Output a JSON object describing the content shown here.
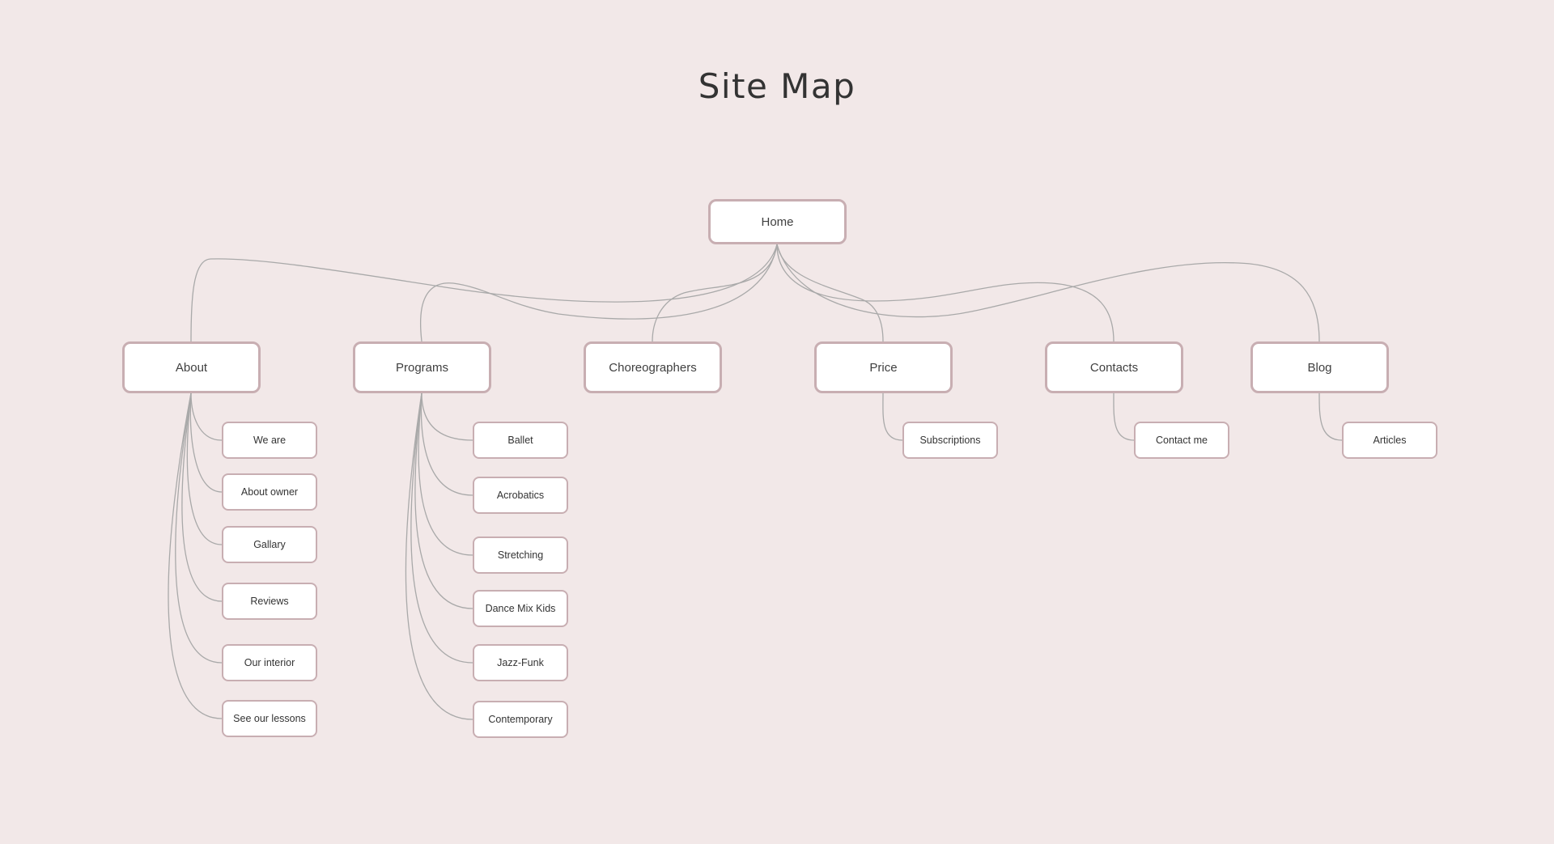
{
  "title": "Site Map",
  "root": {
    "label": "Home"
  },
  "sections": [
    {
      "label": "About",
      "children": [
        "We are",
        "About owner",
        "Gallary",
        "Reviews",
        "Our interior",
        "See our lessons"
      ]
    },
    {
      "label": "Programs",
      "children": [
        "Ballet",
        "Acrobatics",
        "Stretching",
        "Dance Mix Kids",
        "Jazz-Funk",
        "Contemporary"
      ]
    },
    {
      "label": "Choreographers",
      "children": []
    },
    {
      "label": "Price",
      "children": [
        "Subscriptions"
      ]
    },
    {
      "label": "Contacts",
      "children": [
        "Contact me"
      ]
    },
    {
      "label": "Blog",
      "children": [
        "Articles"
      ]
    }
  ],
  "colors": {
    "background": "#f2e8e8",
    "node_fill": "#ffffff",
    "node_border": "#c8aeb2",
    "connector": "#a9a9a9",
    "text": "#333333"
  }
}
